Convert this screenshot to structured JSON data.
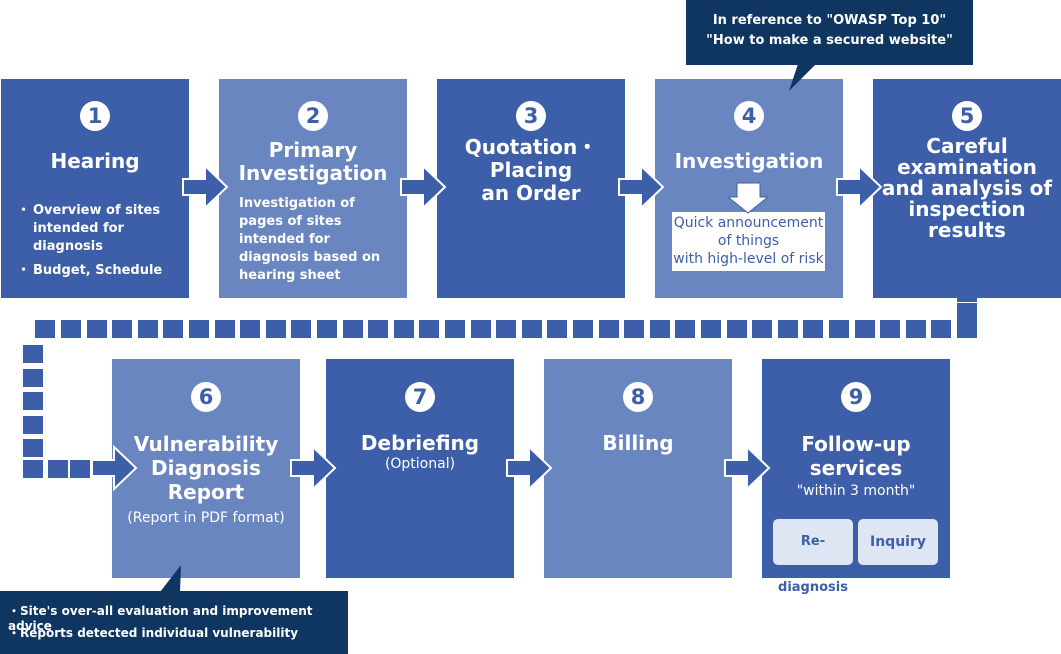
{
  "callouts": {
    "top_line1": "In reference to \"OWASP Top 10\"",
    "top_line2": "\"How to make a secured website\"",
    "bottom_line1": "・Site's over-all evaluation and improvement advice",
    "bottom_line2": "・Reports detected individual vulnerability"
  },
  "steps": [
    {
      "num": "1",
      "title": "Hearing",
      "bullets": [
        "Overview of sites intended for diagnosis",
        "Budget, Schedule"
      ]
    },
    {
      "num": "2",
      "title": "Primary\nInvestigation",
      "body": "Investigation of\npages of sites\nintended for\ndiagnosis based on\nhearing sheet"
    },
    {
      "num": "3",
      "title": "Quotation・\nPlacing\nan Order"
    },
    {
      "num": "4",
      "title": "Investigation",
      "note": "Quick announcement\nof things\nwith high-level of risk"
    },
    {
      "num": "5",
      "title": "Careful\nexamination\nand analysis of\ninspection\nresults"
    },
    {
      "num": "6",
      "title": "Vulnerability\nDiagnosis\nReport",
      "sub": "(Report in PDF format)"
    },
    {
      "num": "7",
      "title": "Debriefing",
      "sub": "(Optional)"
    },
    {
      "num": "8",
      "title": "Billing"
    },
    {
      "num": "9",
      "title": "Follow-up\nservices",
      "sub": "\"within 3 month\"",
      "buttons": [
        "Re-diagnosis",
        "Inquiry"
      ]
    }
  ],
  "colors": {
    "dark": "#3d5ea8",
    "light": "#6a86c0",
    "callout": "#0f3660",
    "pill": "#dfe6f3"
  }
}
